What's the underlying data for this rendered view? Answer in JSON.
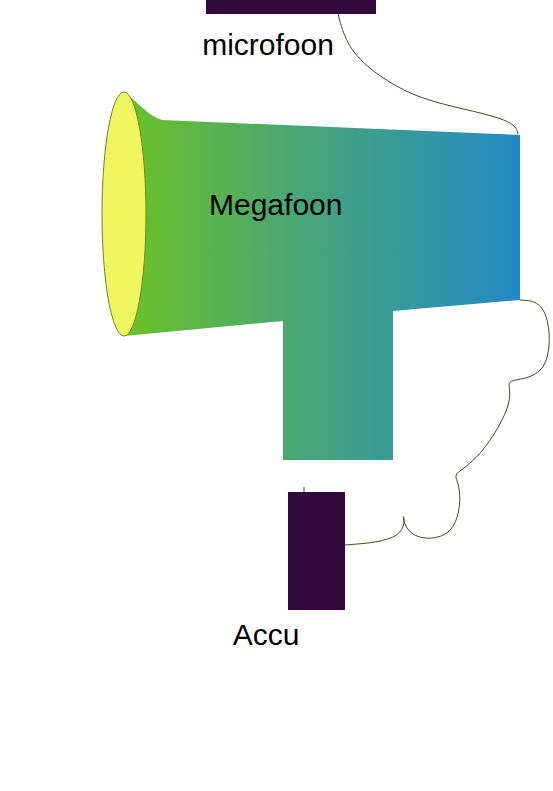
{
  "diagram": {
    "nodes": [
      {
        "text": [
          "microfoon"
        ]
      },
      {
        "text": [
          "Megafoon"
        ]
      },
      {
        "text": [
          "Accu"
        ]
      }
    ],
    "edges": [
      {
        "from": 0,
        "to": 1,
        "arrow": "none"
      },
      {
        "from": 1,
        "to": 2,
        "arrow": "none"
      }
    ]
  }
}
